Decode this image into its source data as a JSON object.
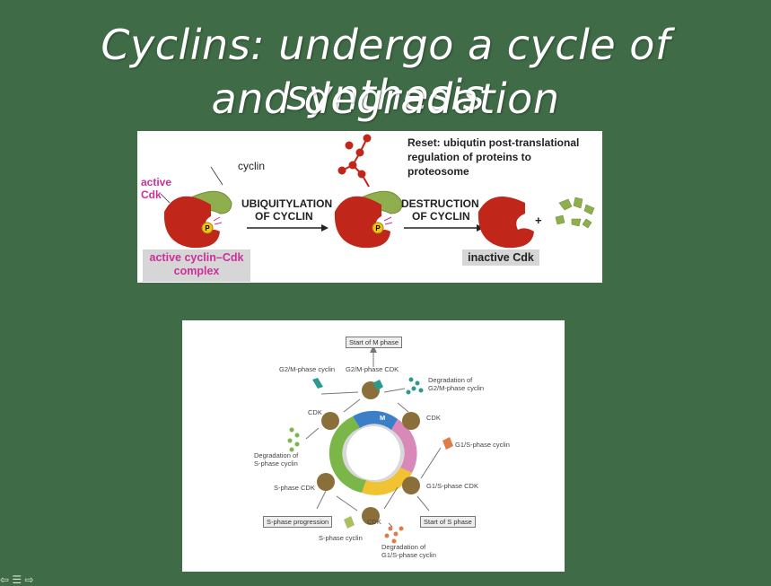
{
  "title": {
    "line1": "Cyclins: undergo a cycle of synthesis",
    "line2": "and degradation"
  },
  "fig1": {
    "cyclin": "cyclin",
    "active_cdk_1": "active",
    "active_cdk_2": "Cdk",
    "ubiq_1": "UBIQUITYLATION",
    "ubiq_2": "OF CYCLIN",
    "destr_1": "DESTRUCTION",
    "destr_2": "OF CYCLIN",
    "reset_1": "Reset: ubiqutin post-translational",
    "reset_2": "regulation of proteins to",
    "reset_3": "proteosome",
    "complex_1": "active cyclin–Cdk",
    "complex_2": "complex",
    "inactive": "inactive Cdk",
    "plus": "+",
    "p": "P"
  },
  "fig2": {
    "start_m": "Start of M phase",
    "g2m_cyclin": "G2/M-phase cyclin",
    "g2m_cdk": "G2/M-phase CDK",
    "deg_g2m_1": "Degradation of",
    "deg_g2m_2": "G2/M-phase cyclin",
    "cdk_left": "CDK",
    "cdk_right": "CDK",
    "g1s_cyclin": "G1/S-phase cyclin",
    "deg_s_1": "Degradation of",
    "deg_s_2": "S-phase cyclin",
    "s_cdk": "S-phase CDK",
    "g1s_cdk": "G1/S-phase CDK",
    "s_prog": "S-phase progression",
    "start_s": "Start of S phase",
    "cdk_bottom": "CDK",
    "s_cyclin": "S-phase cyclin",
    "deg_g1s_1": "Degradation of",
    "deg_g1s_2": "G1/S-phase cyclin",
    "m": "M"
  },
  "nav": {
    "icons": "⇦ ☰ ⇨"
  },
  "colors": {
    "background": "#3f6b46",
    "cdk_red": "#c0261a",
    "cyclin_green": "#8faf4e",
    "magenta": "#cc2f9a"
  }
}
